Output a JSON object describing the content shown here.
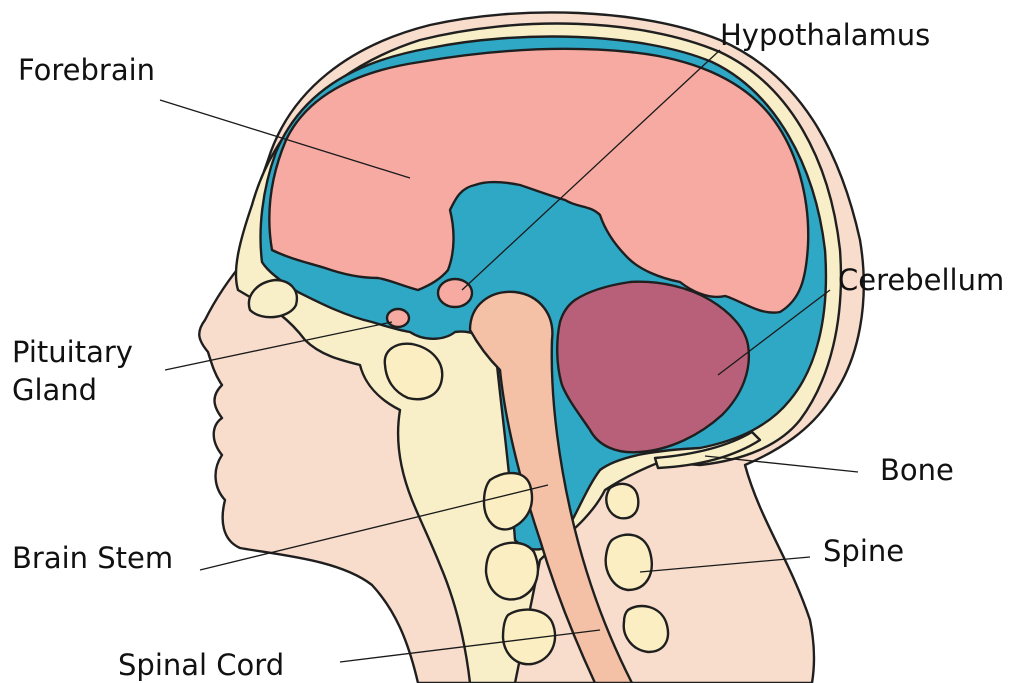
{
  "labels": {
    "forebrain": "Forebrain",
    "hypothalamus": "Hypothalamus",
    "cerebellum": "Cerebellum",
    "pituitary_line1": "Pituitary",
    "pituitary_line2": "Gland",
    "bone": "Bone",
    "brain_stem": "Brain Stem",
    "spine": "Spine",
    "spinal_cord": "Spinal Cord"
  },
  "colors": {
    "skin": "#f8dccc",
    "bone": "#f8efc8",
    "fluid": "#2fa8c6",
    "forebrain": "#f6aaa2",
    "cerebellum": "#b8607a",
    "brain_stem": "#f4c0a6",
    "vertebra": "#fbeec2",
    "outline": "#1f1f1f"
  }
}
